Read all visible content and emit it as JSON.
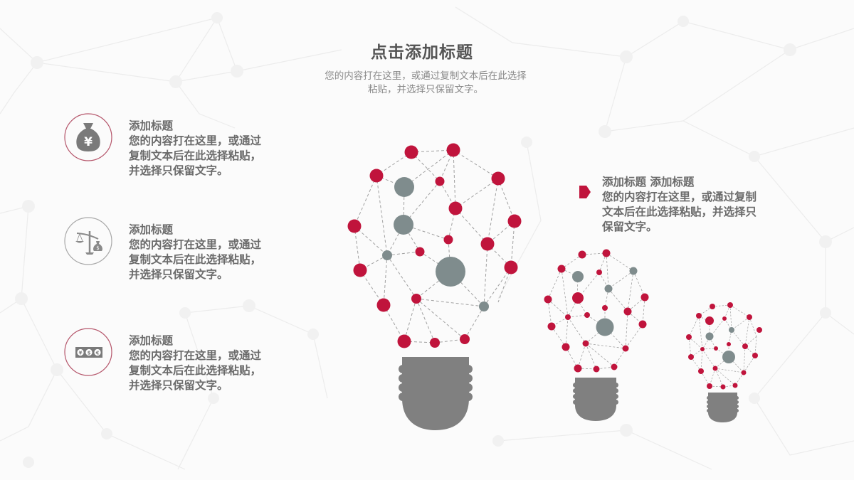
{
  "slide": {
    "title": "点击添加标题",
    "subtitle_line1": "您的内容打在这里，或通过复制文本后在此选择",
    "subtitle_line2": "粘贴，并选择只保留文字。"
  },
  "items": [
    {
      "icon": "money-bag-yen-icon",
      "heading": "添加标题",
      "line1": "您的内容打在这里，或通过",
      "line2": "复制文本后在此选择粘贴，",
      "line3": "并选择只保留文字。"
    },
    {
      "icon": "balance-scale-money-icon",
      "heading": "添加标题",
      "line1": "您的内容打在这里，或通过",
      "line2": "复制文本后在此选择粘贴，",
      "line3": "并选择只保留文字。"
    },
    {
      "icon": "currency-banknote-icon",
      "heading": "添加标题",
      "line1": "您的内容打在这里，或通过",
      "line2": "复制文本后在此选择粘贴，",
      "line3": "并选择只保留文字。"
    }
  ],
  "right_block": {
    "heading": "添加标题 添加标题",
    "line1": "您的内容打在这里，或通过复制",
    "line2": "文本后在此选择粘贴，并选择只",
    "line3": "保留文字。"
  },
  "icon_glyphs": {
    "yen": "¥",
    "dollar": "$",
    "euro": "€"
  },
  "colors": {
    "accent_red": "#c0143c",
    "node_gray": "#7f8c8d",
    "bulb_base": "#808080",
    "text": "#6b6b6b",
    "subtitle": "#8a8a8a",
    "icon_ring_red": "#b5566b",
    "icon_ring_gray": "#a8a8a8",
    "background": "#fbfbfb"
  }
}
